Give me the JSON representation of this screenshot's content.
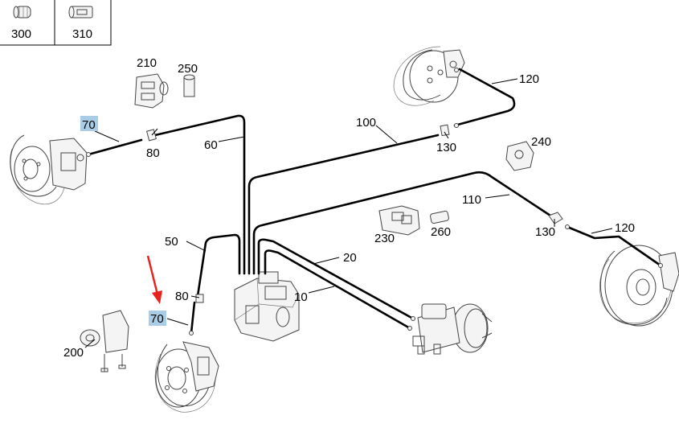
{
  "legend": {
    "items": [
      {
        "number": "300"
      },
      {
        "number": "310"
      }
    ]
  },
  "labels": {
    "l10": "10",
    "l20": "20",
    "l50": "50",
    "l60": "60",
    "l70_top": "70",
    "l70_bottom": "70",
    "l80_top": "80",
    "l80_bottom": "80",
    "l100": "100",
    "l110": "110",
    "l120_top": "120",
    "l120_right": "120",
    "l130_top": "130",
    "l130_right": "130",
    "l200": "200",
    "l210": "210",
    "l230": "230",
    "l240": "240",
    "l250": "250",
    "l260": "260"
  },
  "colors": {
    "highlight": "#a9cde6",
    "arrow": "#e8231f",
    "line": "#000000"
  },
  "highlighted_items": [
    "70"
  ]
}
